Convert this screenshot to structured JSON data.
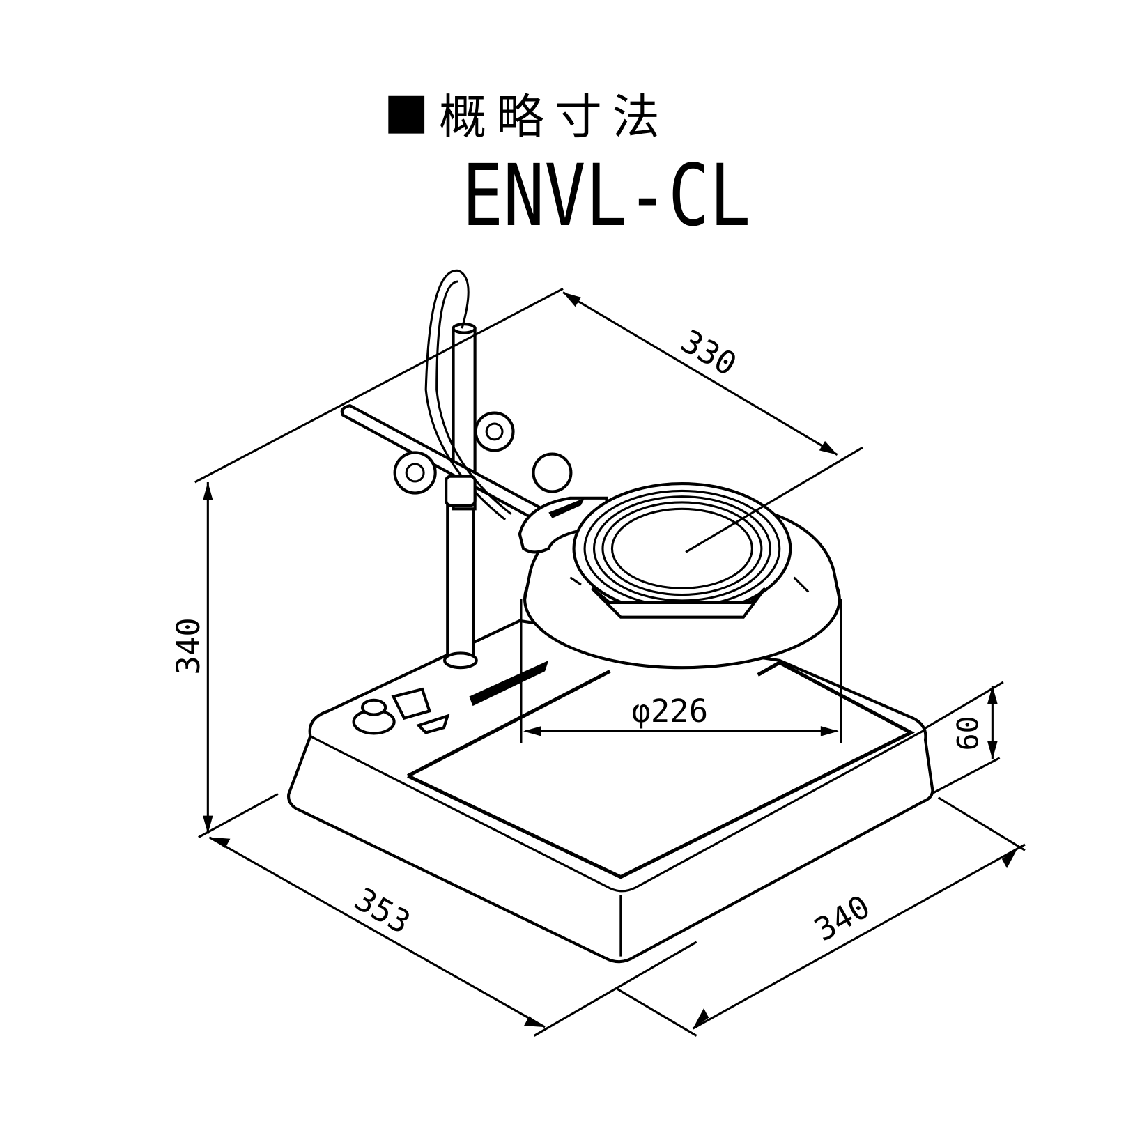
{
  "title": {
    "marker": "■",
    "heading": "概略寸法",
    "model": "ENVL-CL"
  },
  "dimensions": {
    "depth_top": "330",
    "height": "340",
    "lens_diameter": "φ226",
    "base_height": "60",
    "base_length": "353",
    "base_width": "340"
  }
}
